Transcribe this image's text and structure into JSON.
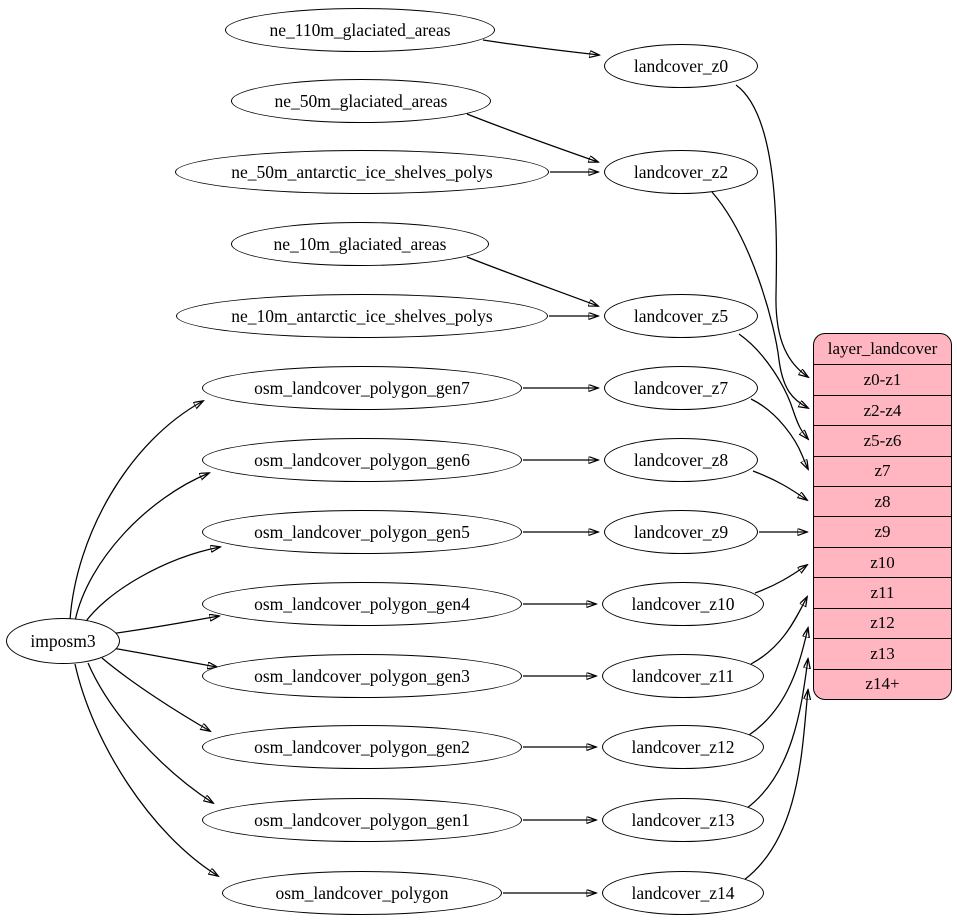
{
  "diagram": {
    "type": "graphviz-digraph",
    "colors": {
      "node_fill": "#ffffff",
      "record_fill": "#ffb6c1",
      "stroke": "#000000"
    }
  },
  "imposm3": {
    "label": "imposm3"
  },
  "source_nodes": [
    {
      "label": "ne_110m_glaciated_areas"
    },
    {
      "label": "ne_50m_glaciated_areas"
    },
    {
      "label": "ne_50m_antarctic_ice_shelves_polys"
    },
    {
      "label": "ne_10m_glaciated_areas"
    },
    {
      "label": "ne_10m_antarctic_ice_shelves_polys"
    },
    {
      "label": "osm_landcover_polygon_gen7"
    },
    {
      "label": "osm_landcover_polygon_gen6"
    },
    {
      "label": "osm_landcover_polygon_gen5"
    },
    {
      "label": "osm_landcover_polygon_gen4"
    },
    {
      "label": "osm_landcover_polygon_gen3"
    },
    {
      "label": "osm_landcover_polygon_gen2"
    },
    {
      "label": "osm_landcover_polygon_gen1"
    },
    {
      "label": "osm_landcover_polygon"
    }
  ],
  "generalized_tables": [
    {
      "label": "landcover_z0"
    },
    {
      "label": "landcover_z2"
    },
    {
      "label": "landcover_z5"
    },
    {
      "label": "landcover_z7"
    },
    {
      "label": "landcover_z8"
    },
    {
      "label": "landcover_z9"
    },
    {
      "label": "landcover_z10"
    },
    {
      "label": "landcover_z11"
    },
    {
      "label": "landcover_z12"
    },
    {
      "label": "landcover_z13"
    },
    {
      "label": "landcover_z14"
    }
  ],
  "layer_table": {
    "title": "layer_landcover",
    "rows": [
      {
        "label": "z0-z1"
      },
      {
        "label": "z2-z4"
      },
      {
        "label": "z5-z6"
      },
      {
        "label": "z7"
      },
      {
        "label": "z8"
      },
      {
        "label": "z9"
      },
      {
        "label": "z10"
      },
      {
        "label": "z11"
      },
      {
        "label": "z12"
      },
      {
        "label": "z13"
      },
      {
        "label": "z14+"
      }
    ]
  },
  "edges": [
    {
      "from": "imposm3",
      "to": "osm_landcover_polygon_gen7"
    },
    {
      "from": "imposm3",
      "to": "osm_landcover_polygon_gen6"
    },
    {
      "from": "imposm3",
      "to": "osm_landcover_polygon_gen5"
    },
    {
      "from": "imposm3",
      "to": "osm_landcover_polygon_gen4"
    },
    {
      "from": "imposm3",
      "to": "osm_landcover_polygon_gen3"
    },
    {
      "from": "imposm3",
      "to": "osm_landcover_polygon_gen2"
    },
    {
      "from": "imposm3",
      "to": "osm_landcover_polygon_gen1"
    },
    {
      "from": "imposm3",
      "to": "osm_landcover_polygon"
    },
    {
      "from": "ne_110m_glaciated_areas",
      "to": "landcover_z0"
    },
    {
      "from": "ne_50m_glaciated_areas",
      "to": "landcover_z2"
    },
    {
      "from": "ne_50m_antarctic_ice_shelves_polys",
      "to": "landcover_z2"
    },
    {
      "from": "ne_10m_glaciated_areas",
      "to": "landcover_z5"
    },
    {
      "from": "ne_10m_antarctic_ice_shelves_polys",
      "to": "landcover_z5"
    },
    {
      "from": "osm_landcover_polygon_gen7",
      "to": "landcover_z7"
    },
    {
      "from": "osm_landcover_polygon_gen6",
      "to": "landcover_z8"
    },
    {
      "from": "osm_landcover_polygon_gen5",
      "to": "landcover_z9"
    },
    {
      "from": "osm_landcover_polygon_gen4",
      "to": "landcover_z10"
    },
    {
      "from": "osm_landcover_polygon_gen3",
      "to": "landcover_z11"
    },
    {
      "from": "osm_landcover_polygon_gen2",
      "to": "landcover_z12"
    },
    {
      "from": "osm_landcover_polygon_gen1",
      "to": "landcover_z13"
    },
    {
      "from": "osm_landcover_polygon",
      "to": "landcover_z14"
    },
    {
      "from": "landcover_z0",
      "to": "layer_landcover:z0-z1"
    },
    {
      "from": "landcover_z2",
      "to": "layer_landcover:z2-z4"
    },
    {
      "from": "landcover_z5",
      "to": "layer_landcover:z5-z6"
    },
    {
      "from": "landcover_z7",
      "to": "layer_landcover:z7"
    },
    {
      "from": "landcover_z8",
      "to": "layer_landcover:z8"
    },
    {
      "from": "landcover_z9",
      "to": "layer_landcover:z9"
    },
    {
      "from": "landcover_z10",
      "to": "layer_landcover:z10"
    },
    {
      "from": "landcover_z11",
      "to": "layer_landcover:z11"
    },
    {
      "from": "landcover_z12",
      "to": "layer_landcover:z12"
    },
    {
      "from": "landcover_z13",
      "to": "layer_landcover:z13"
    },
    {
      "from": "landcover_z14",
      "to": "layer_landcover:z14+"
    }
  ]
}
